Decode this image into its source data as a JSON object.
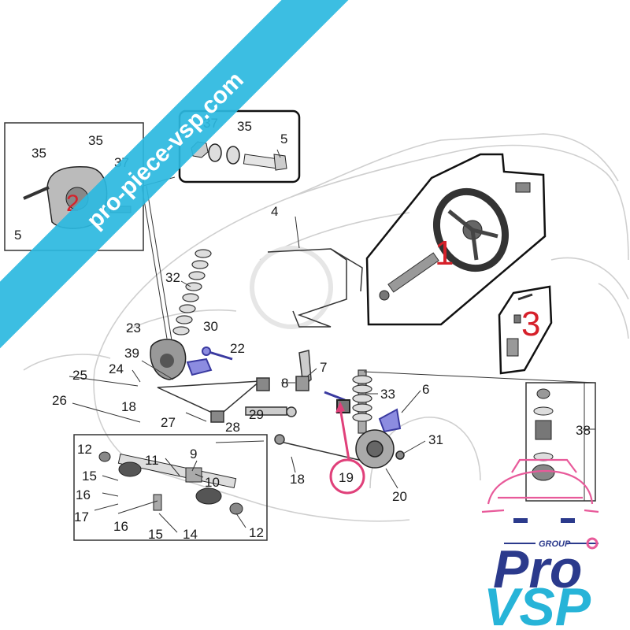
{
  "watermark": {
    "banner_text": "pro-piece-vsp.com",
    "banner_color": "#2bb8e0",
    "logo_group": "GROUP",
    "logo_pro": "Pro",
    "logo_vsp": "VSP",
    "logo_colors": {
      "pro": "#2b3a8c",
      "vsp": "#27b4d8",
      "car_outline": "#e85a9a"
    }
  },
  "big_numbers": {
    "one": "1",
    "two": "2",
    "three": "3",
    "color": "#d6202a"
  },
  "highlight": {
    "label": "19",
    "color": "#e0407a"
  },
  "labels": {
    "l35a": "35",
    "l35b": "35",
    "l37a": "37",
    "l5a": "5",
    "l37b": "37",
    "l35c": "35",
    "l5b": "5",
    "l4": "4",
    "l32": "32",
    "l23": "23",
    "l30": "30",
    "l22": "22",
    "l39": "39",
    "l25": "25",
    "l24": "24",
    "l26": "26",
    "l18a": "18",
    "l27": "27",
    "l29": "29",
    "l28": "28",
    "l8": "8",
    "l7": "7",
    "l33": "33",
    "l6": "6",
    "l31": "31",
    "l18b": "18",
    "l20": "20",
    "l38": "38",
    "l12a": "12",
    "l11": "11",
    "l9": "9",
    "l15a": "15",
    "l10": "10",
    "l16a": "16",
    "l17": "17",
    "l16b": "16",
    "l15b": "15",
    "l14": "14",
    "l12b": "12"
  }
}
